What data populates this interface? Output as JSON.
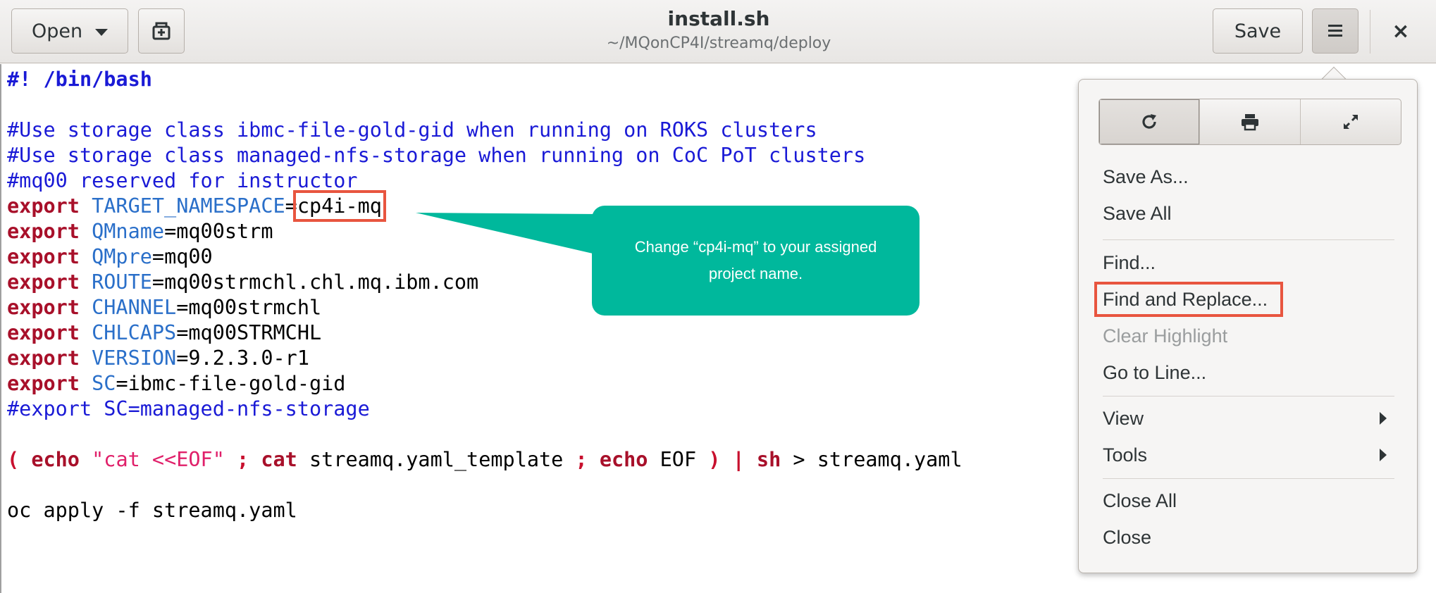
{
  "header": {
    "open_label": "Open",
    "title": "install.sh",
    "subtitle": "~/MQonCP4I/streamq/deploy",
    "save_label": "Save",
    "close_glyph": "×"
  },
  "editor": {
    "lines": [
      [
        {
          "t": "#! /bin/bash",
          "c": "cm-bold"
        }
      ],
      [],
      [
        {
          "t": "#Use storage class ibmc-file-gold-gid when running on ROKS clusters",
          "c": "cm"
        }
      ],
      [
        {
          "t": "#Use storage class managed-nfs-storage when running on CoC PoT clusters",
          "c": "cm"
        }
      ],
      [
        {
          "t": "#mq00 reserved for instructor",
          "c": "cm"
        }
      ],
      [
        {
          "t": "export",
          "c": "kw"
        },
        {
          "t": " TARGET_NAMESPACE",
          "c": "var"
        },
        {
          "t": "=",
          "c": ""
        },
        {
          "t": "cp4i-mq",
          "c": "hl"
        }
      ],
      [
        {
          "t": "export",
          "c": "kw"
        },
        {
          "t": " QMname",
          "c": "var"
        },
        {
          "t": "=mq00strm",
          "c": ""
        }
      ],
      [
        {
          "t": "export",
          "c": "kw"
        },
        {
          "t": " QMpre",
          "c": "var"
        },
        {
          "t": "=mq00",
          "c": ""
        }
      ],
      [
        {
          "t": "export",
          "c": "kw"
        },
        {
          "t": " ROUTE",
          "c": "var"
        },
        {
          "t": "=mq00strmchl.chl.mq.ibm.com",
          "c": ""
        }
      ],
      [
        {
          "t": "export",
          "c": "kw"
        },
        {
          "t": " CHANNEL",
          "c": "var"
        },
        {
          "t": "=mq00strmchl",
          "c": ""
        }
      ],
      [
        {
          "t": "export",
          "c": "kw"
        },
        {
          "t": " CHLCAPS",
          "c": "var"
        },
        {
          "t": "=mq00STRMCHL",
          "c": ""
        }
      ],
      [
        {
          "t": "export",
          "c": "kw"
        },
        {
          "t": " VERSION",
          "c": "var"
        },
        {
          "t": "=9.2.3.0-r1",
          "c": ""
        }
      ],
      [
        {
          "t": "export",
          "c": "kw"
        },
        {
          "t": " SC",
          "c": "var"
        },
        {
          "t": "=ibmc-file-gold-gid",
          "c": ""
        }
      ],
      [
        {
          "t": "#export SC=managed-nfs-storage",
          "c": "cm"
        }
      ],
      [],
      [
        {
          "t": "(",
          "c": "sym"
        },
        {
          "t": " echo ",
          "c": "kw"
        },
        {
          "t": "\"cat <<EOF\"",
          "c": "str"
        },
        {
          "t": " ; ",
          "c": "sym"
        },
        {
          "t": "cat",
          "c": "kw"
        },
        {
          "t": " streamq.yaml_template ",
          "c": ""
        },
        {
          "t": ";",
          "c": "sym"
        },
        {
          "t": " echo",
          "c": "kw"
        },
        {
          "t": " EOF ",
          "c": ""
        },
        {
          "t": ")",
          "c": "sym"
        },
        {
          "t": " | ",
          "c": "sym"
        },
        {
          "t": "sh",
          "c": "kw"
        },
        {
          "t": " > streamq.yaml",
          "c": ""
        }
      ],
      [],
      [
        {
          "t": "oc apply -f streamq.yaml",
          "c": ""
        }
      ]
    ]
  },
  "callout": {
    "text": "Change “cp4i-mq” to your assigned project name.",
    "color": "#00b89c"
  },
  "menu": {
    "icons": [
      "reload-icon",
      "print-icon",
      "fullscreen-icon"
    ],
    "items": [
      {
        "label": "Save As...",
        "enabled": true
      },
      {
        "label": "Save All",
        "enabled": true
      },
      {
        "label": "Find...",
        "enabled": true
      },
      {
        "label": "Find and Replace...",
        "enabled": true,
        "highlighted": true
      },
      {
        "label": "Clear Highlight",
        "enabled": false
      },
      {
        "label": "Go to Line...",
        "enabled": true
      },
      {
        "label": "View",
        "enabled": true,
        "submenu": true
      },
      {
        "label": "Tools",
        "enabled": true,
        "submenu": true
      },
      {
        "label": "Close All",
        "enabled": true
      },
      {
        "label": "Close",
        "enabled": true
      }
    ]
  },
  "colors": {
    "highlight_box": "#e8553f",
    "comment": "#1a1ad6",
    "keyword": "#a8102a",
    "variable": "#2a6fc9"
  }
}
